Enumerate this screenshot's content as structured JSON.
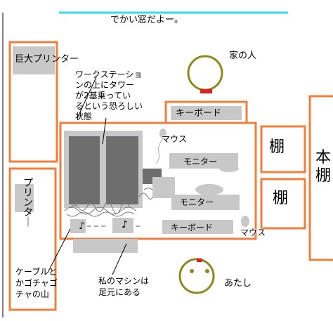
{
  "labels": {
    "window": "でかい窓だよー。",
    "big_printer": "巨大プリンター",
    "printer": "プリンター",
    "family_member": "家の人",
    "workstation_note": [
      "ワークステーショ",
      "ンの上にタワー",
      "が2基乗ってい",
      "るという恐ろしい",
      "状態"
    ],
    "keyboard_top": "キーボード",
    "shelf_1": "棚",
    "shelf_2": "棚",
    "bookshelf": "本棚",
    "mouse_top": "マウス",
    "monitor_1": "モニター",
    "monitor_2": "モニター",
    "keyboard_bottom": "キーボード",
    "mouse_bottom": "マウス",
    "note_1": "♪",
    "note_2": "♪",
    "cable_note": [
      "ケーブルと",
      "かゴチャゴ",
      "チャの山"
    ],
    "my_machine_note": [
      "私のマシンは",
      "足元にある"
    ],
    "me": "あたし"
  },
  "colors": {
    "window_line": "#33ddee",
    "furniture_outline": "#f07f3c",
    "gray_fill": "#c8c8c8",
    "tower_fill": "#6e6e6e",
    "person_ring": "#8a8a1e",
    "person_mark": "#e01e1e"
  }
}
